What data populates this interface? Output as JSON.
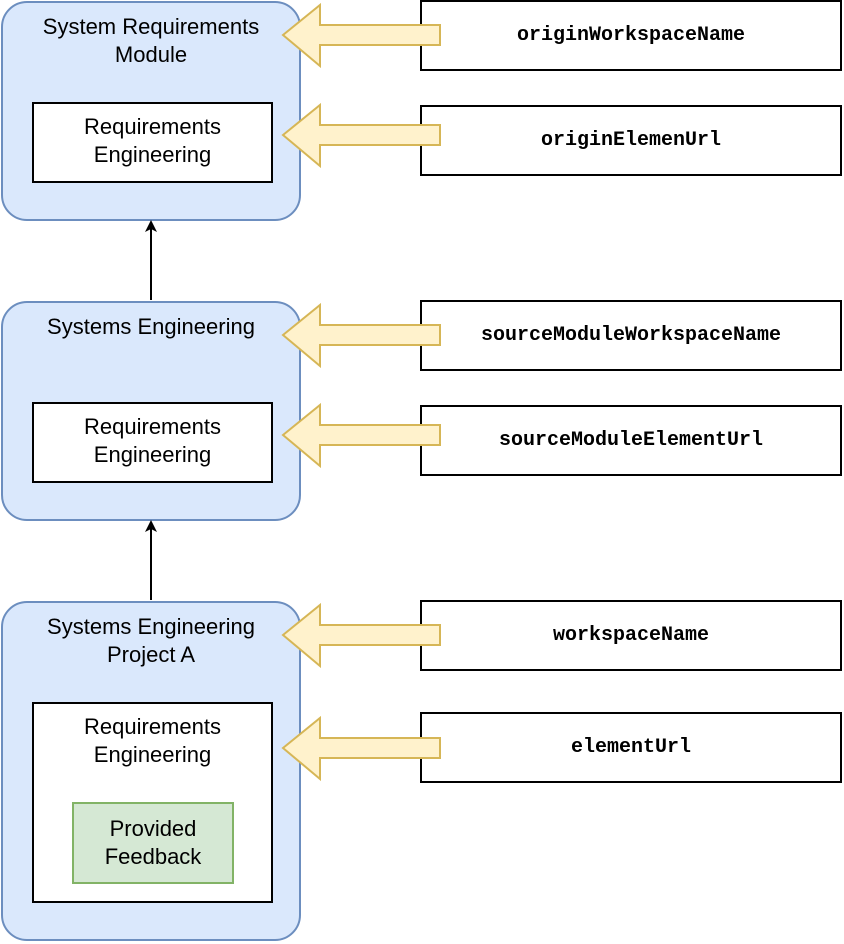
{
  "modules": [
    {
      "title": "System Requirements\nModule",
      "inner_title": "Requirements\nEngineering"
    },
    {
      "title": "Systems Engineering",
      "inner_title": "Requirements\nEngineering"
    },
    {
      "title": "Systems Engineering\nProject A",
      "inner_title": "Requirements\nEngineering",
      "feedback": "Provided\nFeedback"
    }
  ],
  "parameters": [
    "originWorkspaceName",
    "originElemenUrl",
    "sourceModuleWorkspaceName",
    "sourceModuleElementUrl",
    "workspaceName",
    "elementUrl"
  ],
  "colors": {
    "container_fill": "#dae8fc",
    "container_stroke": "#6c8ebf",
    "arrow_fill": "#fff2cc",
    "arrow_stroke": "#d6b656",
    "feedback_fill": "#d5e8d4",
    "feedback_stroke": "#82b366"
  }
}
